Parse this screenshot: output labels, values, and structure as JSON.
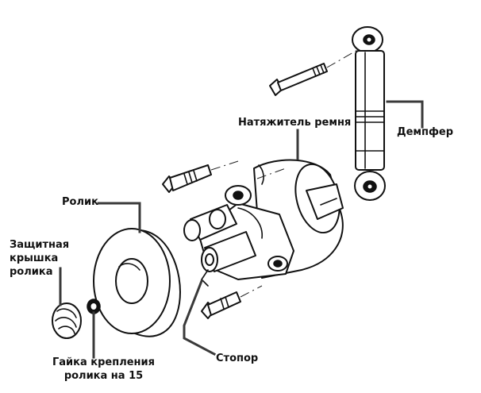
{
  "labels": {
    "tensioner": "Натяжитель ремня",
    "damper": "Демпфер",
    "roller": "Ролик",
    "cover_line1": "Защитная",
    "cover_line2": "крышка",
    "cover_line3": "ролика",
    "nut_line1": "Гайка крепления",
    "nut_line2": "ролика на 15",
    "stopper": "Стопор"
  },
  "colors": {
    "line": "#111111",
    "leader": "#3a3a3a",
    "background": "#ffffff"
  }
}
